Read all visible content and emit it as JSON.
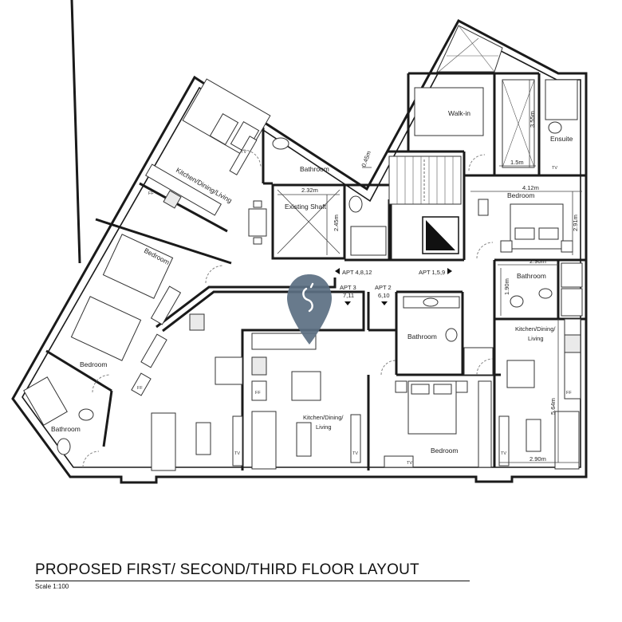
{
  "rooms": {
    "kitchen_left": "Kitchen/Dining/Living",
    "bathroom_top": "Bathroom",
    "existing_shaft": "Existing Shaft",
    "walk_in": "Walk-in",
    "ensuite": "Ensuite",
    "bedroom_top_right": "Bedroom",
    "bathroom_right": "Bathroom",
    "kitchen_right": "Kitchen/Dining/\nLiving",
    "bedroom_left_upper": "Bedroom",
    "bedroom_left_lower": "Bedroom",
    "bathroom_bottom_left": "Bathroom",
    "bathroom_center": "Bathroom",
    "kitchen_center": "Kitchen/Dining/\nLiving",
    "bedroom_center": "Bedroom"
  },
  "dimensions": {
    "d045": "0.45m",
    "d232": "2.32m",
    "d245": "2.45m",
    "d355": "3.55m",
    "d15": "1.5m",
    "d412": "4.12m",
    "d291": "2.91m",
    "d290_top": "2.90m",
    "d190": "1.90m",
    "d564": "5.64m",
    "d290_bottom": "2.90m"
  },
  "apartments": {
    "apt_4_8_12": "APT 4,8,12",
    "apt_3": "APT 3",
    "apt_3_sub": "7,11",
    "apt_2": "APT 2",
    "apt_2_sub": "6,10",
    "apt_1_5_9": "APT 1,5,9"
  },
  "fixtures": {
    "tv": "TV",
    "ff": "FF"
  },
  "icons": {
    "location_pin": "location-pin-icon"
  },
  "colors": {
    "pin": "#5b6f82",
    "walls": "#1a1a1a"
  },
  "footer": {
    "title": "PROPOSED FIRST/ SECOND/THIRD FLOOR LAYOUT",
    "scale": "Scale 1:100"
  }
}
